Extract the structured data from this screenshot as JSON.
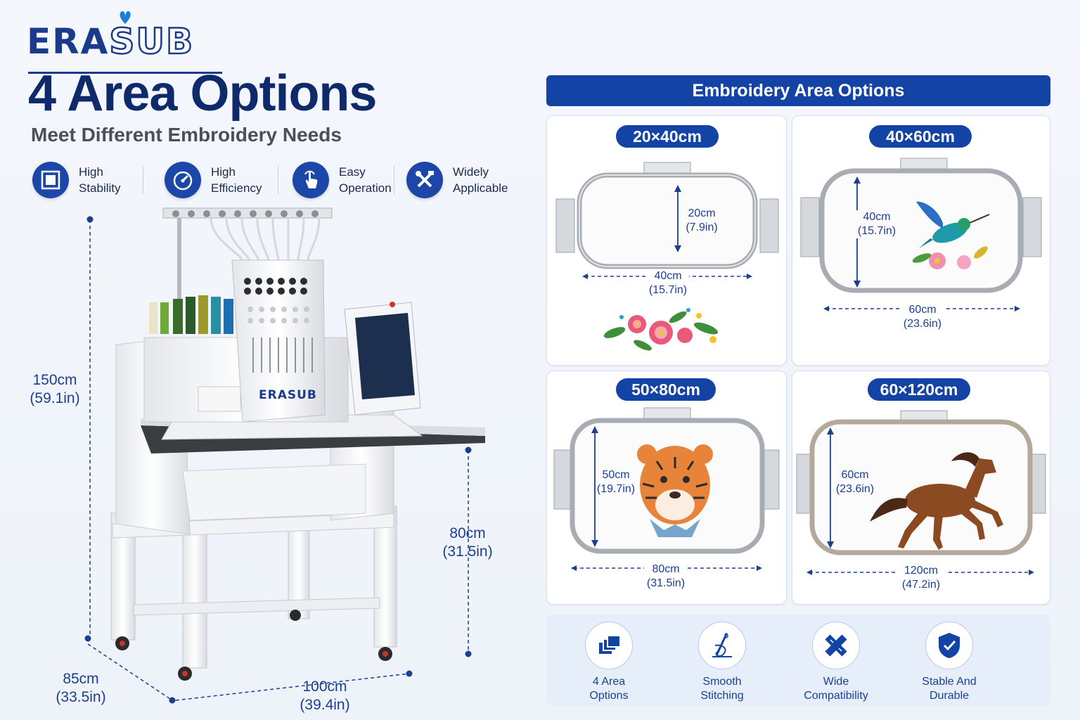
{
  "brand": {
    "logo_left": "ERA",
    "logo_right": "SUB",
    "machine_badge": "ERASUB"
  },
  "headline": "4 Area Options",
  "subheadline": "Meet Different Embroidery Needs",
  "features": [
    {
      "icon": "square-frame-icon",
      "label": "High\nStability"
    },
    {
      "icon": "speedometer-icon",
      "label": "High\nEfficiency"
    },
    {
      "icon": "tap-hand-icon",
      "label": "Easy\nOperation"
    },
    {
      "icon": "tools-icon",
      "label": "Widely\nApplicable"
    }
  ],
  "machine_dimensions": {
    "height": "150cm\n(59.1in)",
    "table_height": "80cm\n(31.5in)",
    "depth": "85cm\n(33.5in)",
    "width": "100cm\n(39.4in)"
  },
  "panel_title": "Embroidery Area Options",
  "hoops": [
    {
      "size": "20×40cm",
      "height_label": "20cm\n(7.9in)",
      "width_label": "40cm\n(15.7in)",
      "design": "flowers"
    },
    {
      "size": "40×60cm",
      "height_label": "40cm\n(15.7in)",
      "width_label": "60cm\n(23.6in)",
      "design": "hummingbird"
    },
    {
      "size": "50×80cm",
      "height_label": "50cm\n(19.7in)",
      "width_label": "80cm\n(31.5in)",
      "design": "tiger"
    },
    {
      "size": "60×120cm",
      "height_label": "60cm\n(23.6in)",
      "width_label": "120cm\n(47.2in)",
      "design": "horse"
    }
  ],
  "bottom_features": [
    {
      "icon": "layers-icon",
      "label": "4 Area\nOptions"
    },
    {
      "icon": "needle-thread-icon",
      "label": "Smooth\nStitching"
    },
    {
      "icon": "pencil-ruler-icon",
      "label": "Wide\nCompatibility"
    },
    {
      "icon": "shield-check-icon",
      "label": "Stable And\nDurable"
    }
  ],
  "colors": {
    "primary": "#1443a6",
    "headline": "#0f2a6b",
    "dimension": "#1c3f8f"
  }
}
